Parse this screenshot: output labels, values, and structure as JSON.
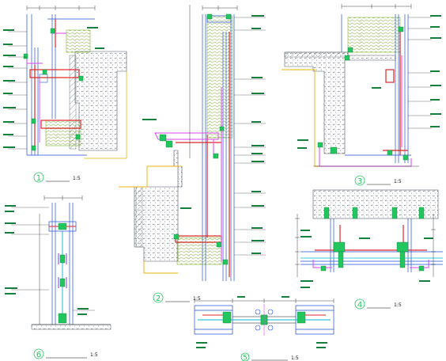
{
  "drawing": {
    "details": [
      {
        "id": "d1",
        "number": "1",
        "title": "",
        "scale": "1:5"
      },
      {
        "id": "d2",
        "number": "2",
        "title": "",
        "scale": "1:5"
      },
      {
        "id": "d3",
        "number": "3",
        "title": "",
        "scale": "1:5"
      },
      {
        "id": "d4",
        "number": "4",
        "title": "",
        "scale": "1:5"
      },
      {
        "id": "d5",
        "number": "5",
        "title": "",
        "scale": "1:5"
      },
      {
        "id": "d6",
        "number": "6",
        "title": "",
        "scale": "1:5"
      }
    ],
    "colors": {
      "outline": "#1d4ed8",
      "annotation": "#15803d",
      "member": "#dc2626",
      "seal": "#d946ef",
      "concrete": "#4b5563",
      "insulation": "#84cc16",
      "glass": "#06b6d4",
      "edge": "#eab308",
      "dimension": "#111111"
    }
  }
}
